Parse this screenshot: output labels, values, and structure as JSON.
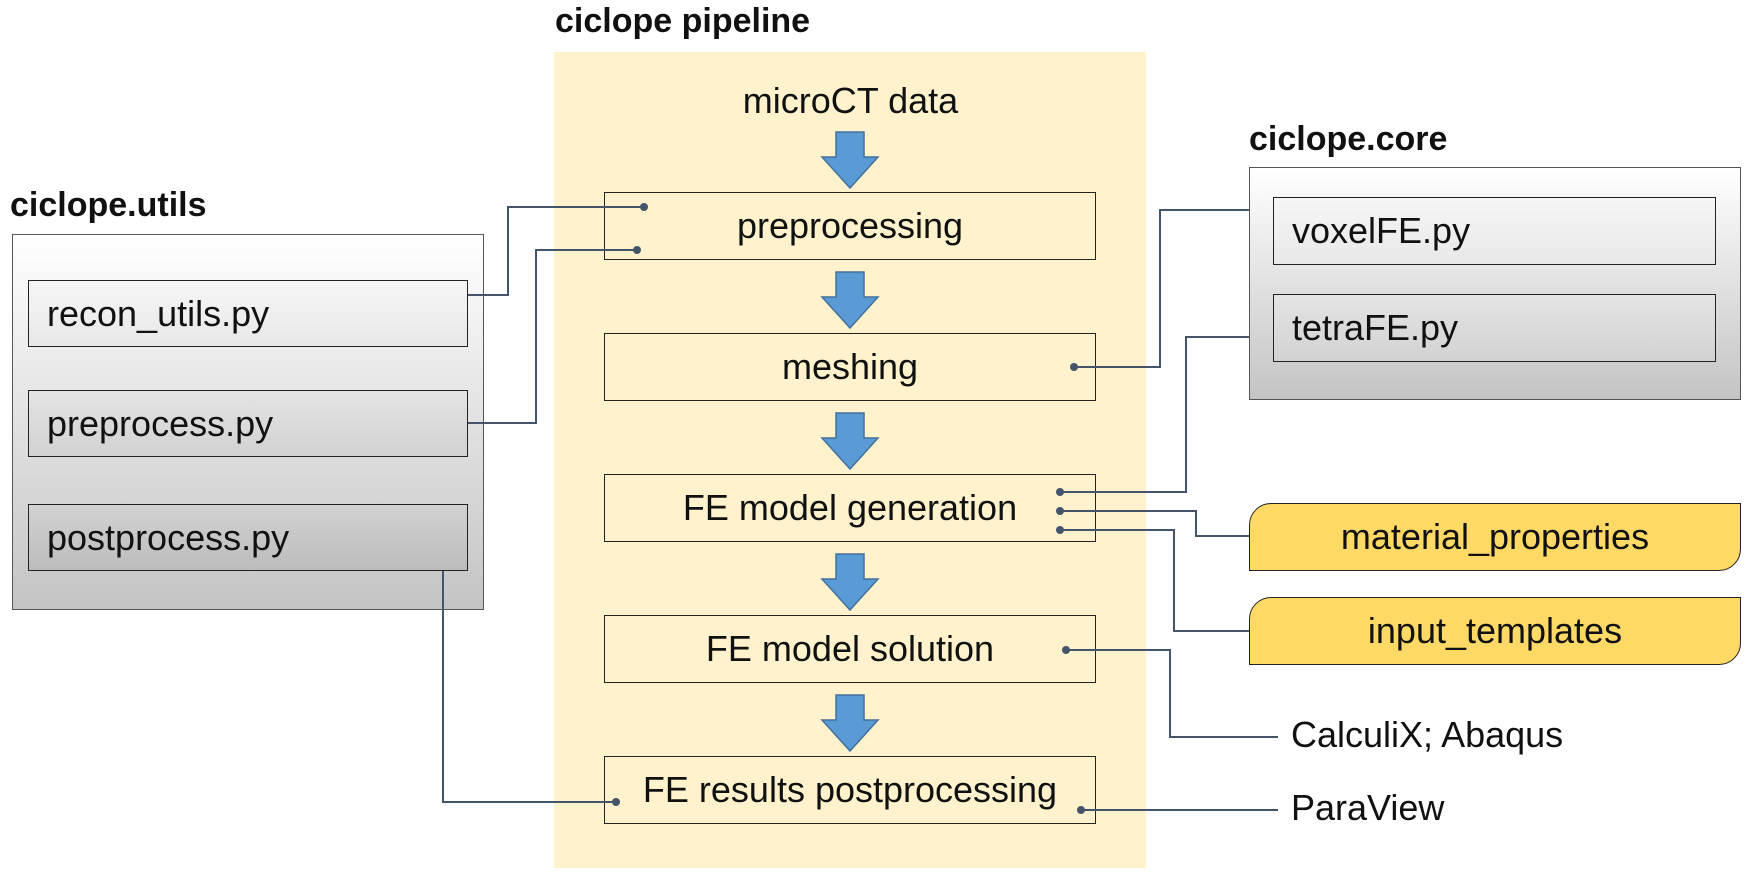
{
  "pipeline": {
    "title": "ciclope pipeline",
    "input": "microCT data",
    "steps": [
      "preprocessing",
      "meshing",
      "FE model generation",
      "FE model solution",
      "FE results postprocessing"
    ]
  },
  "utils": {
    "title": "ciclope.utils",
    "modules": [
      "recon_utils.py",
      "preprocess.py",
      "postprocess.py"
    ]
  },
  "core": {
    "title": "ciclope.core",
    "modules": [
      "voxelFE.py",
      "tetraFE.py"
    ]
  },
  "resources": [
    "material_properties",
    "input_templates"
  ],
  "external": {
    "solvers": "CalculiX; Abaqus",
    "viewer": "ParaView"
  },
  "colors": {
    "pipeline_background": "#fff2cc",
    "arrow": "#5b9bd5",
    "resource_fill": "#ffd966",
    "connector": "#44546a"
  }
}
